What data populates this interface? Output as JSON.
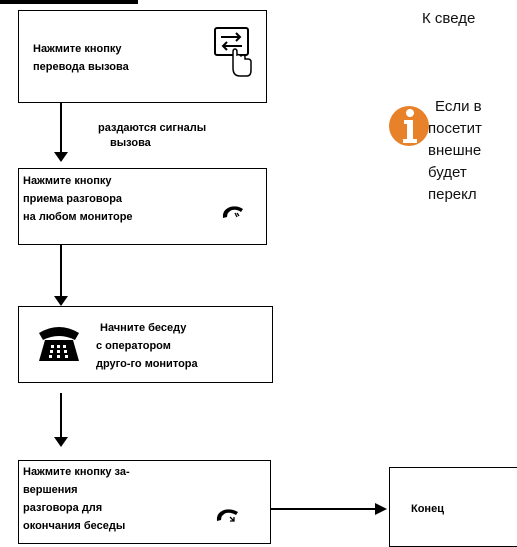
{
  "right": {
    "intro": "К сведе",
    "info_lines": [
      "Если в",
      "посетит",
      "внешне",
      "будет",
      "перекл"
    ]
  },
  "steps": [
    {
      "lines": [
        "Нажмите кнопку",
        "перевода вызова"
      ],
      "icon": "transfer-touch-icon"
    },
    {
      "lines": [
        "Нажмите кнопку",
        "приема разговора",
        "на любом мониторе"
      ],
      "icon": "handset-accept-icon"
    },
    {
      "lines": [
        "Начните беседу",
        "с оператором",
        "друго-го монитора"
      ],
      "icon": "desk-phone-icon"
    },
    {
      "lines": [
        "Нажмите кнопку за-",
        "вершения",
        "разговора для",
        "окончания беседы"
      ],
      "icon": "handset-hangup-icon"
    }
  ],
  "connector_label": [
    "раздаются сигналы",
    "вызова"
  ],
  "end_box": {
    "label": "Конец"
  },
  "colors": {
    "info_icon": "#E8822A",
    "ink": "#000000"
  }
}
